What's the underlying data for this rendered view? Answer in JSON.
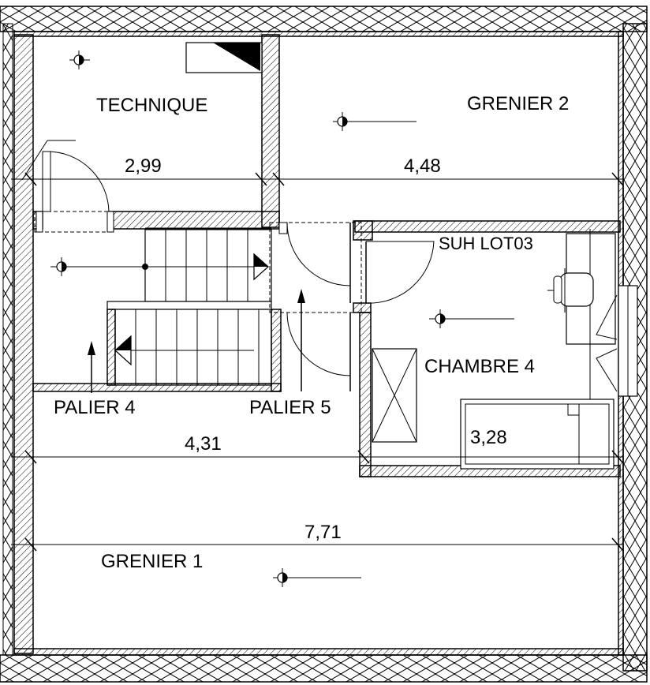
{
  "rooms": {
    "technique": "TECHNIQUE",
    "grenier2": "GRENIER 2",
    "suh_lot": "SUH LOT03",
    "chambre4": "CHAMBRE 4",
    "palier4": "PALIER 4",
    "palier5": "PALIER 5",
    "grenier1": "GRENIER 1"
  },
  "dimensions": {
    "technique_width": "2,99",
    "grenier2_width": "4,48",
    "palier_width": "4,31",
    "bed_width": "3,28",
    "total_width": "7,71"
  }
}
